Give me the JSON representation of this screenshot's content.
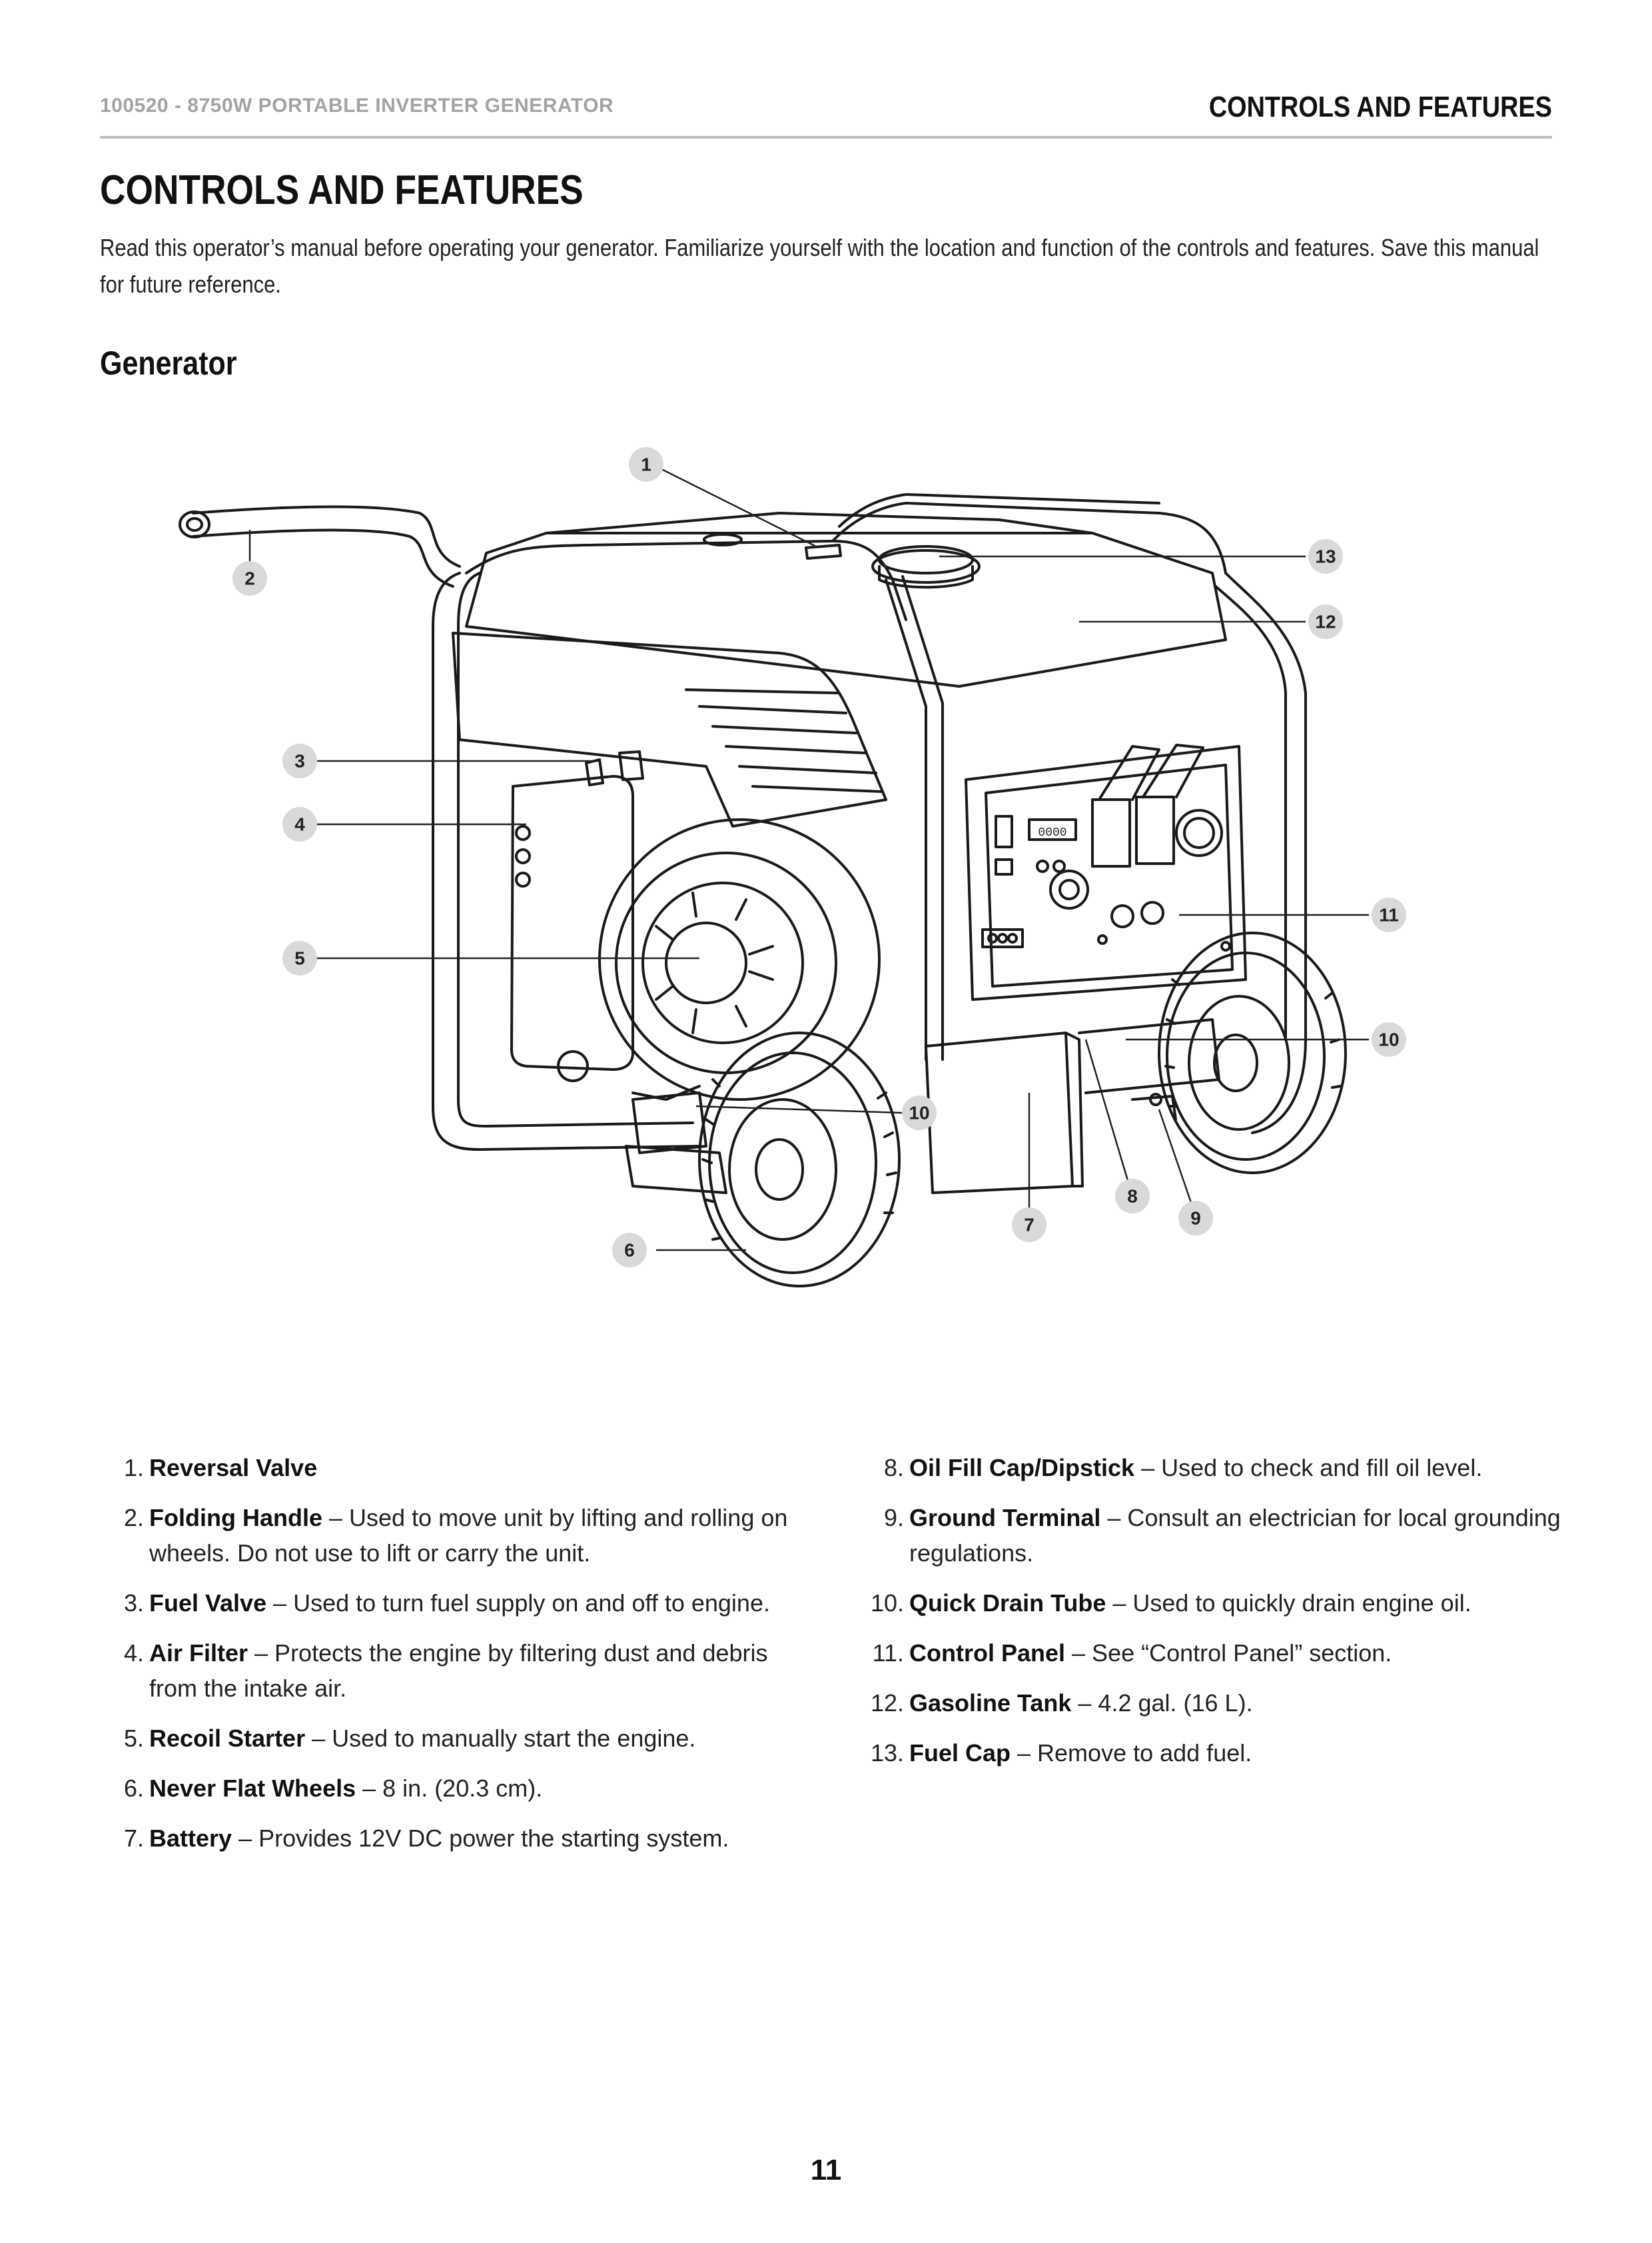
{
  "header": {
    "left": "100520 - 8750W PORTABLE INVERTER GENERATOR",
    "right": "CONTROLS AND FEATURES"
  },
  "title": "CONTROLS AND FEATURES",
  "intro": "Read this operator’s manual before operating your generator. Familiarize yourself with the location and function of the controls and features. Save this manual for future reference.",
  "section_heading": "Generator",
  "diagram": {
    "callouts": [
      "1",
      "2",
      "3",
      "4",
      "5",
      "6",
      "7",
      "8",
      "9",
      "10",
      "10",
      "11",
      "12",
      "13"
    ],
    "panel_meter_label": "0000"
  },
  "legend": {
    "left": [
      {
        "num": "1.",
        "term": "Reversal Valve",
        "desc": ""
      },
      {
        "num": "2.",
        "term": "Folding Handle",
        "desc": " – Used to move unit by lifting and rolling on wheels. Do not use to lift or carry the unit."
      },
      {
        "num": "3.",
        "term": "Fuel Valve",
        "desc": " – Used to turn fuel supply on and off to engine."
      },
      {
        "num": "4.",
        "term": "Air Filter",
        "desc": " – Protects the engine by filtering dust and debris from the intake air."
      },
      {
        "num": "5.",
        "term": "Recoil Starter",
        "desc": " – Used to manually start the engine."
      },
      {
        "num": "6.",
        "term": "Never Flat Wheels",
        "desc": " – 8 in. (20.3 cm)."
      },
      {
        "num": "7.",
        "term": "Battery",
        "desc": " – Provides 12V DC power the starting system."
      }
    ],
    "right": [
      {
        "num": "8.",
        "term": "Oil Fill Cap/Dipstick",
        "desc": " – Used to check and fill oil level."
      },
      {
        "num": "9.",
        "term": "Ground Terminal",
        "desc": " – Consult an electrician for local grounding regulations."
      },
      {
        "num": "10.",
        "term": "Quick Drain Tube",
        "desc": " – Used to quickly drain engine oil."
      },
      {
        "num": "11.",
        "term": "Control Panel",
        "desc": " – See “Control Panel” section."
      },
      {
        "num": "12.",
        "term": "Gasoline Tank",
        "desc": " – 4.2 gal. (16 L)."
      },
      {
        "num": "13.",
        "term": "Fuel Cap",
        "desc": " – Remove to add fuel."
      }
    ]
  },
  "page_number": "11"
}
